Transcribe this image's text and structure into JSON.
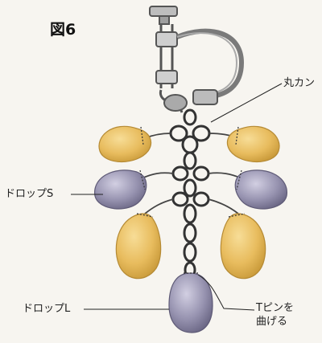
{
  "figure": {
    "title": "図6",
    "labels": {
      "round_ring": "丸カン",
      "drop_s": "ドロップS",
      "drop_l": "ドロップL",
      "t_pin_line1": "Tピンを",
      "t_pin_line2": "曲げる"
    }
  },
  "colors": {
    "background": "#f7f5f0",
    "gold_drop": "#e5b85a",
    "gold_drop_light": "#f3d07c",
    "purple_drop": "#8f8ba6",
    "purple_drop_light": "#c0bcd3",
    "chain": "#3a3a3a",
    "clip": "#6a6a6a"
  }
}
